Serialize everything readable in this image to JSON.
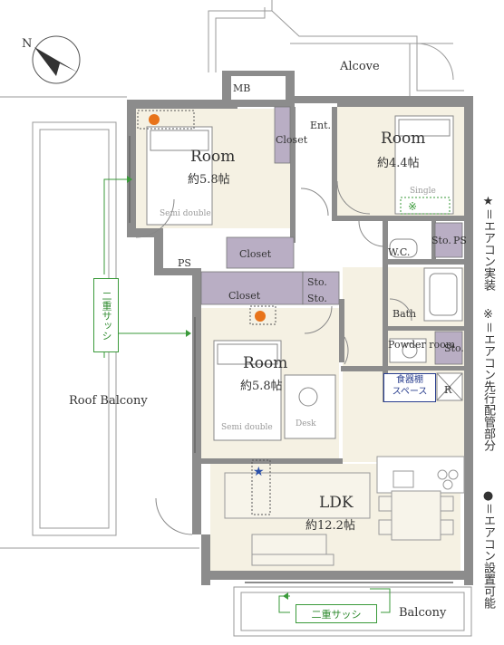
{
  "compass": {
    "label": "N",
    "icon": "north-arrow-icon"
  },
  "rooms": {
    "alcove": "Alcove",
    "mb": "MB",
    "ent": "Ent.",
    "closet_ent": "Closet",
    "room1_name": "Room",
    "room1_size": "約5.8帖",
    "room1_bed": "Semi double",
    "room2_name": "Room",
    "room2_size": "約4.4帖",
    "room2_bed": "Single",
    "closet_mid1": "Closet",
    "closet_mid2": "Closet",
    "ps1": "PS",
    "ps2": "PS",
    "sto1": "Sto.",
    "sto2": "Sto.",
    "sto3": "Sto.",
    "sto4": "Sto.",
    "wc": "W.C.",
    "bath": "Bath",
    "powder": "Powder room",
    "room3_name": "Room",
    "room3_size": "約5.8帖",
    "room3_bed": "Semi double",
    "desk": "Desk",
    "r": "R",
    "ldk_name": "LDK",
    "ldk_size": "約12.2帖",
    "roof_balcony": "Roof Balcony",
    "balcony": "Balcony"
  },
  "notes": {
    "double_sash_vertical": "二重サッシ",
    "double_sash_horizontal": "二重サッシ",
    "pantry_line1": "食器棚",
    "pantry_line2": "スペース"
  },
  "legend": {
    "star": "★＝エアコン実装",
    "asterisk": "※＝エアコン先行配管部分",
    "circle": "●＝エアコン設置可能"
  },
  "colors": {
    "wall": "#8c8c8c",
    "room_fill": "#f5f1e3",
    "closet_fill": "#b9aec4",
    "green": "#3a9a3a",
    "orange": "#e8731a",
    "star_blue": "#2a4fa8"
  }
}
